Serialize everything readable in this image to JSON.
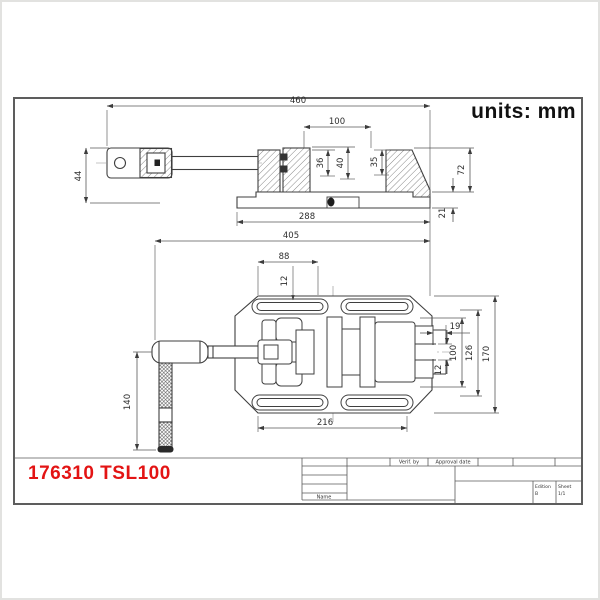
{
  "page": {
    "units_label": "units: mm",
    "part_number": "176310 TSL100",
    "accent_color": "#e31414"
  },
  "side_view": {
    "dims": {
      "d460": "460",
      "d100": "100",
      "d44": "44",
      "d36": "36",
      "d40": "40",
      "d35": "35",
      "d72": "72",
      "d288": "288",
      "d21": "21"
    }
  },
  "top_view": {
    "dims": {
      "d405": "405",
      "d88": "88",
      "d12a": "12",
      "d140": "140",
      "d216": "216",
      "d19": "19",
      "d100": "100",
      "d12b": "12",
      "d126": "126",
      "d170": "170"
    }
  },
  "title_block": {
    "verif_by_label": "Verif. by",
    "approval_date_label": "Approval date",
    "name_label": "Name",
    "edition_label": "Edition",
    "edition_value": "B",
    "sheet_label": "Sheet",
    "sheet_value": "1/1"
  }
}
